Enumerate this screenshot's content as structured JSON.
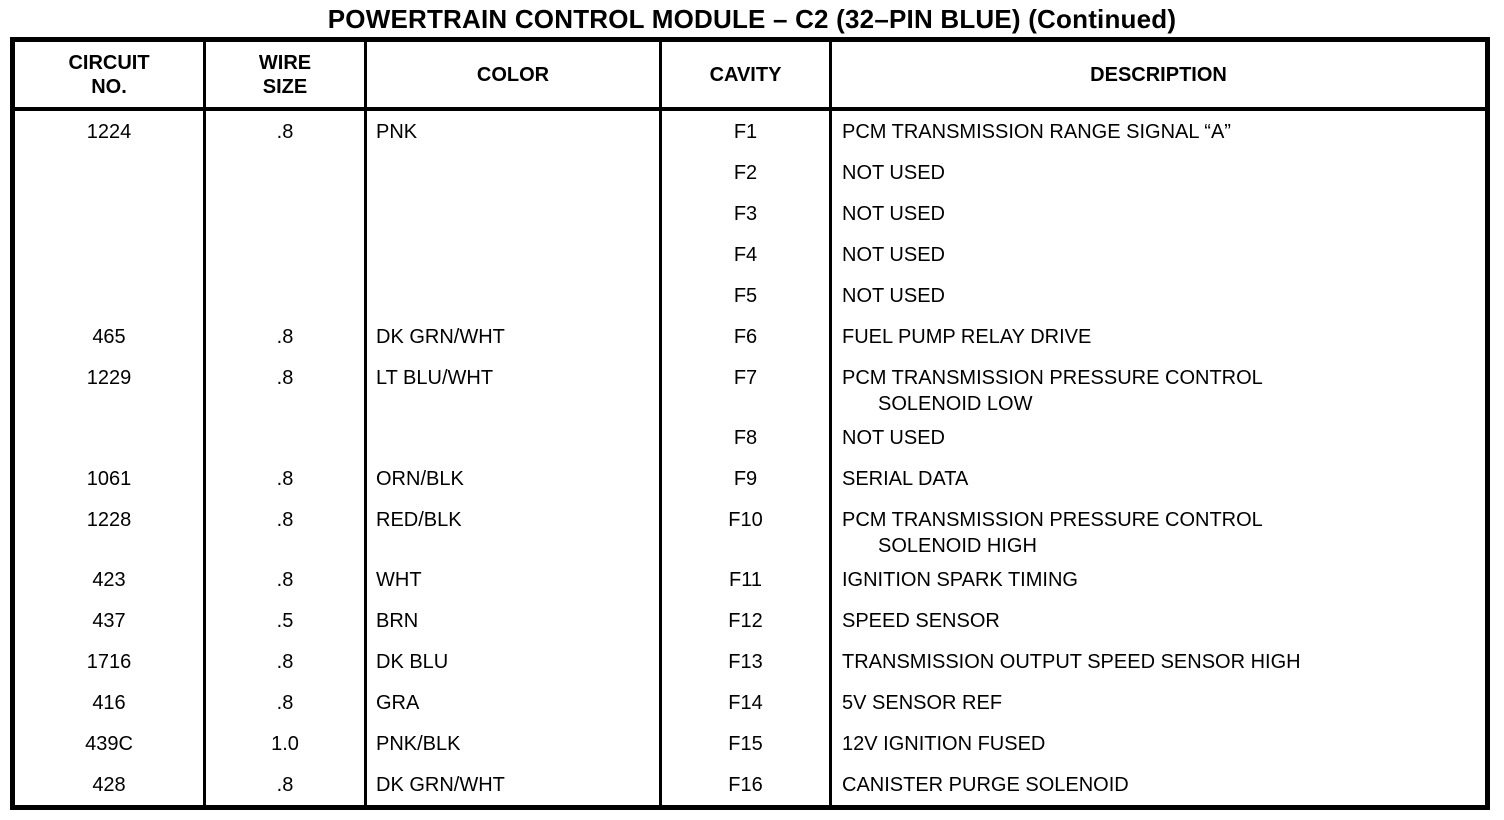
{
  "title": "POWERTRAIN CONTROL MODULE – C2 (32–PIN BLUE) (Continued)",
  "table": {
    "headers": [
      "CIRCUIT\nNO.",
      "WIRE\nSIZE",
      "COLOR",
      "CAVITY",
      "DESCRIPTION"
    ],
    "rows": [
      {
        "circuit": "1224",
        "wire": ".8",
        "color": "PNK",
        "cavity": "F1",
        "desc": "PCM TRANSMISSION RANGE SIGNAL “A”"
      },
      {
        "circuit": "",
        "wire": "",
        "color": "",
        "cavity": "F2",
        "desc": "NOT USED"
      },
      {
        "circuit": "",
        "wire": "",
        "color": "",
        "cavity": "F3",
        "desc": "NOT USED"
      },
      {
        "circuit": "",
        "wire": "",
        "color": "",
        "cavity": "F4",
        "desc": "NOT USED"
      },
      {
        "circuit": "",
        "wire": "",
        "color": "",
        "cavity": "F5",
        "desc": "NOT USED"
      },
      {
        "circuit": "465",
        "wire": ".8",
        "color": "DK GRN/WHT",
        "cavity": "F6",
        "desc": "FUEL PUMP RELAY DRIVE"
      },
      {
        "circuit": "1229",
        "wire": ".8",
        "color": "LT BLU/WHT",
        "cavity": "F7",
        "desc": "PCM TRANSMISSION PRESSURE CONTROL\nSOLENOID LOW"
      },
      {
        "circuit": "",
        "wire": "",
        "color": "",
        "cavity": "F8",
        "desc": "NOT USED"
      },
      {
        "circuit": "1061",
        "wire": ".8",
        "color": "ORN/BLK",
        "cavity": "F9",
        "desc": "SERIAL DATA"
      },
      {
        "circuit": "1228",
        "wire": ".8",
        "color": "RED/BLK",
        "cavity": "F10",
        "desc": "PCM TRANSMISSION PRESSURE CONTROL\nSOLENOID HIGH"
      },
      {
        "circuit": "423",
        "wire": ".8",
        "color": "WHT",
        "cavity": "F11",
        "desc": "IGNITION SPARK TIMING"
      },
      {
        "circuit": "437",
        "wire": ".5",
        "color": "BRN",
        "cavity": "F12",
        "desc": "SPEED SENSOR"
      },
      {
        "circuit": "1716",
        "wire": ".8",
        "color": "DK BLU",
        "cavity": "F13",
        "desc": "TRANSMISSION OUTPUT SPEED SENSOR HIGH"
      },
      {
        "circuit": "416",
        "wire": ".8",
        "color": "GRA",
        "cavity": "F14",
        "desc": "5V SENSOR REF"
      },
      {
        "circuit": "439C",
        "wire": "1.0",
        "color": "PNK/BLK",
        "cavity": "F15",
        "desc": "12V IGNITION FUSED"
      },
      {
        "circuit": "428",
        "wire": ".8",
        "color": "DK GRN/WHT",
        "cavity": "F16",
        "desc": "CANISTER PURGE SOLENOID"
      }
    ]
  }
}
